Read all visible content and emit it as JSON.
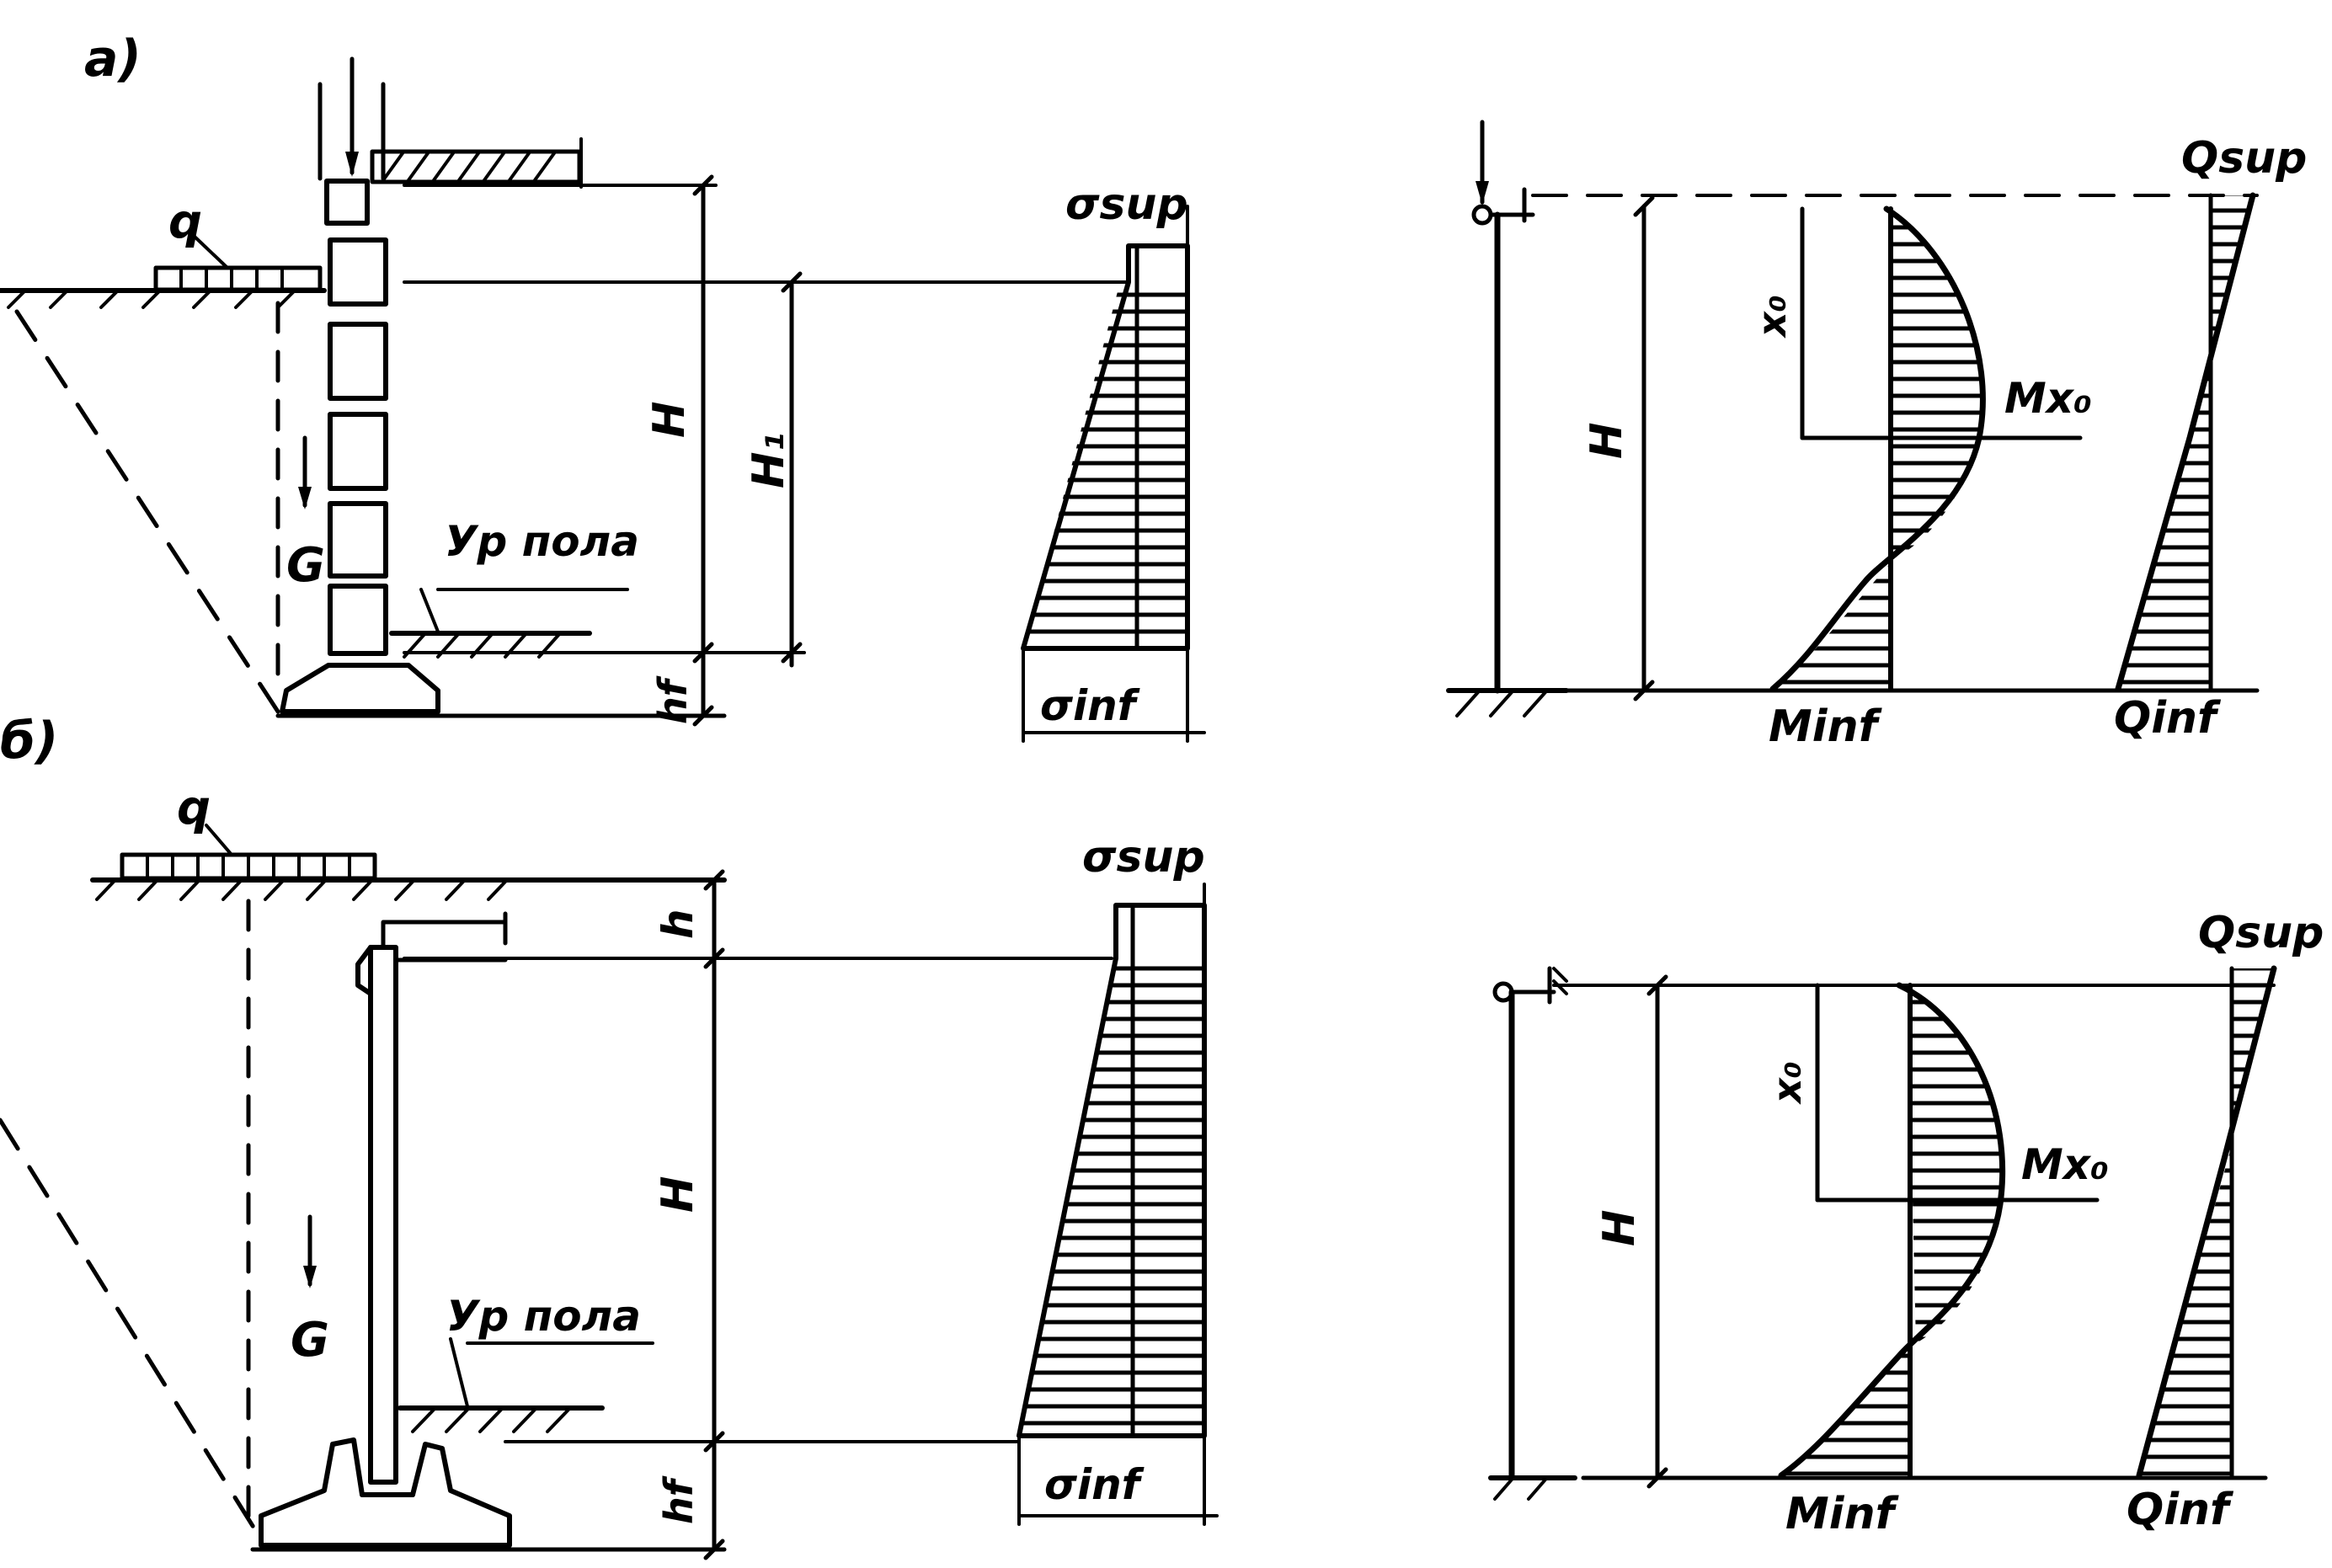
{
  "panels": [
    {
      "id": "a",
      "letter": "a)",
      "load_label": "q",
      "weight_label": "G",
      "floor_label": "Ур пола",
      "height_label": "H",
      "height1_label": "H₁",
      "footing_label": "hf",
      "sigma_sup": "σsup",
      "sigma_inf": "σinf",
      "x0_label": "x₀",
      "m_max_label": "Mx₀",
      "m_inf_label": "Minf",
      "q_sup_label": "Qsup",
      "q_inf_label": "Qinf"
    },
    {
      "id": "b",
      "letter": "б)",
      "load_label": "q",
      "weight_label": "G",
      "floor_label": "Ур пола",
      "top_depth_label": "h",
      "height_label": "H",
      "footing_label": "hf",
      "sigma_sup": "σsup",
      "sigma_inf": "σinf",
      "x0_label": "x₀",
      "m_max_label": "Mx₀",
      "m_inf_label": "Minf",
      "q_sup_label": "Qsup",
      "q_inf_label": "Qinf"
    }
  ]
}
